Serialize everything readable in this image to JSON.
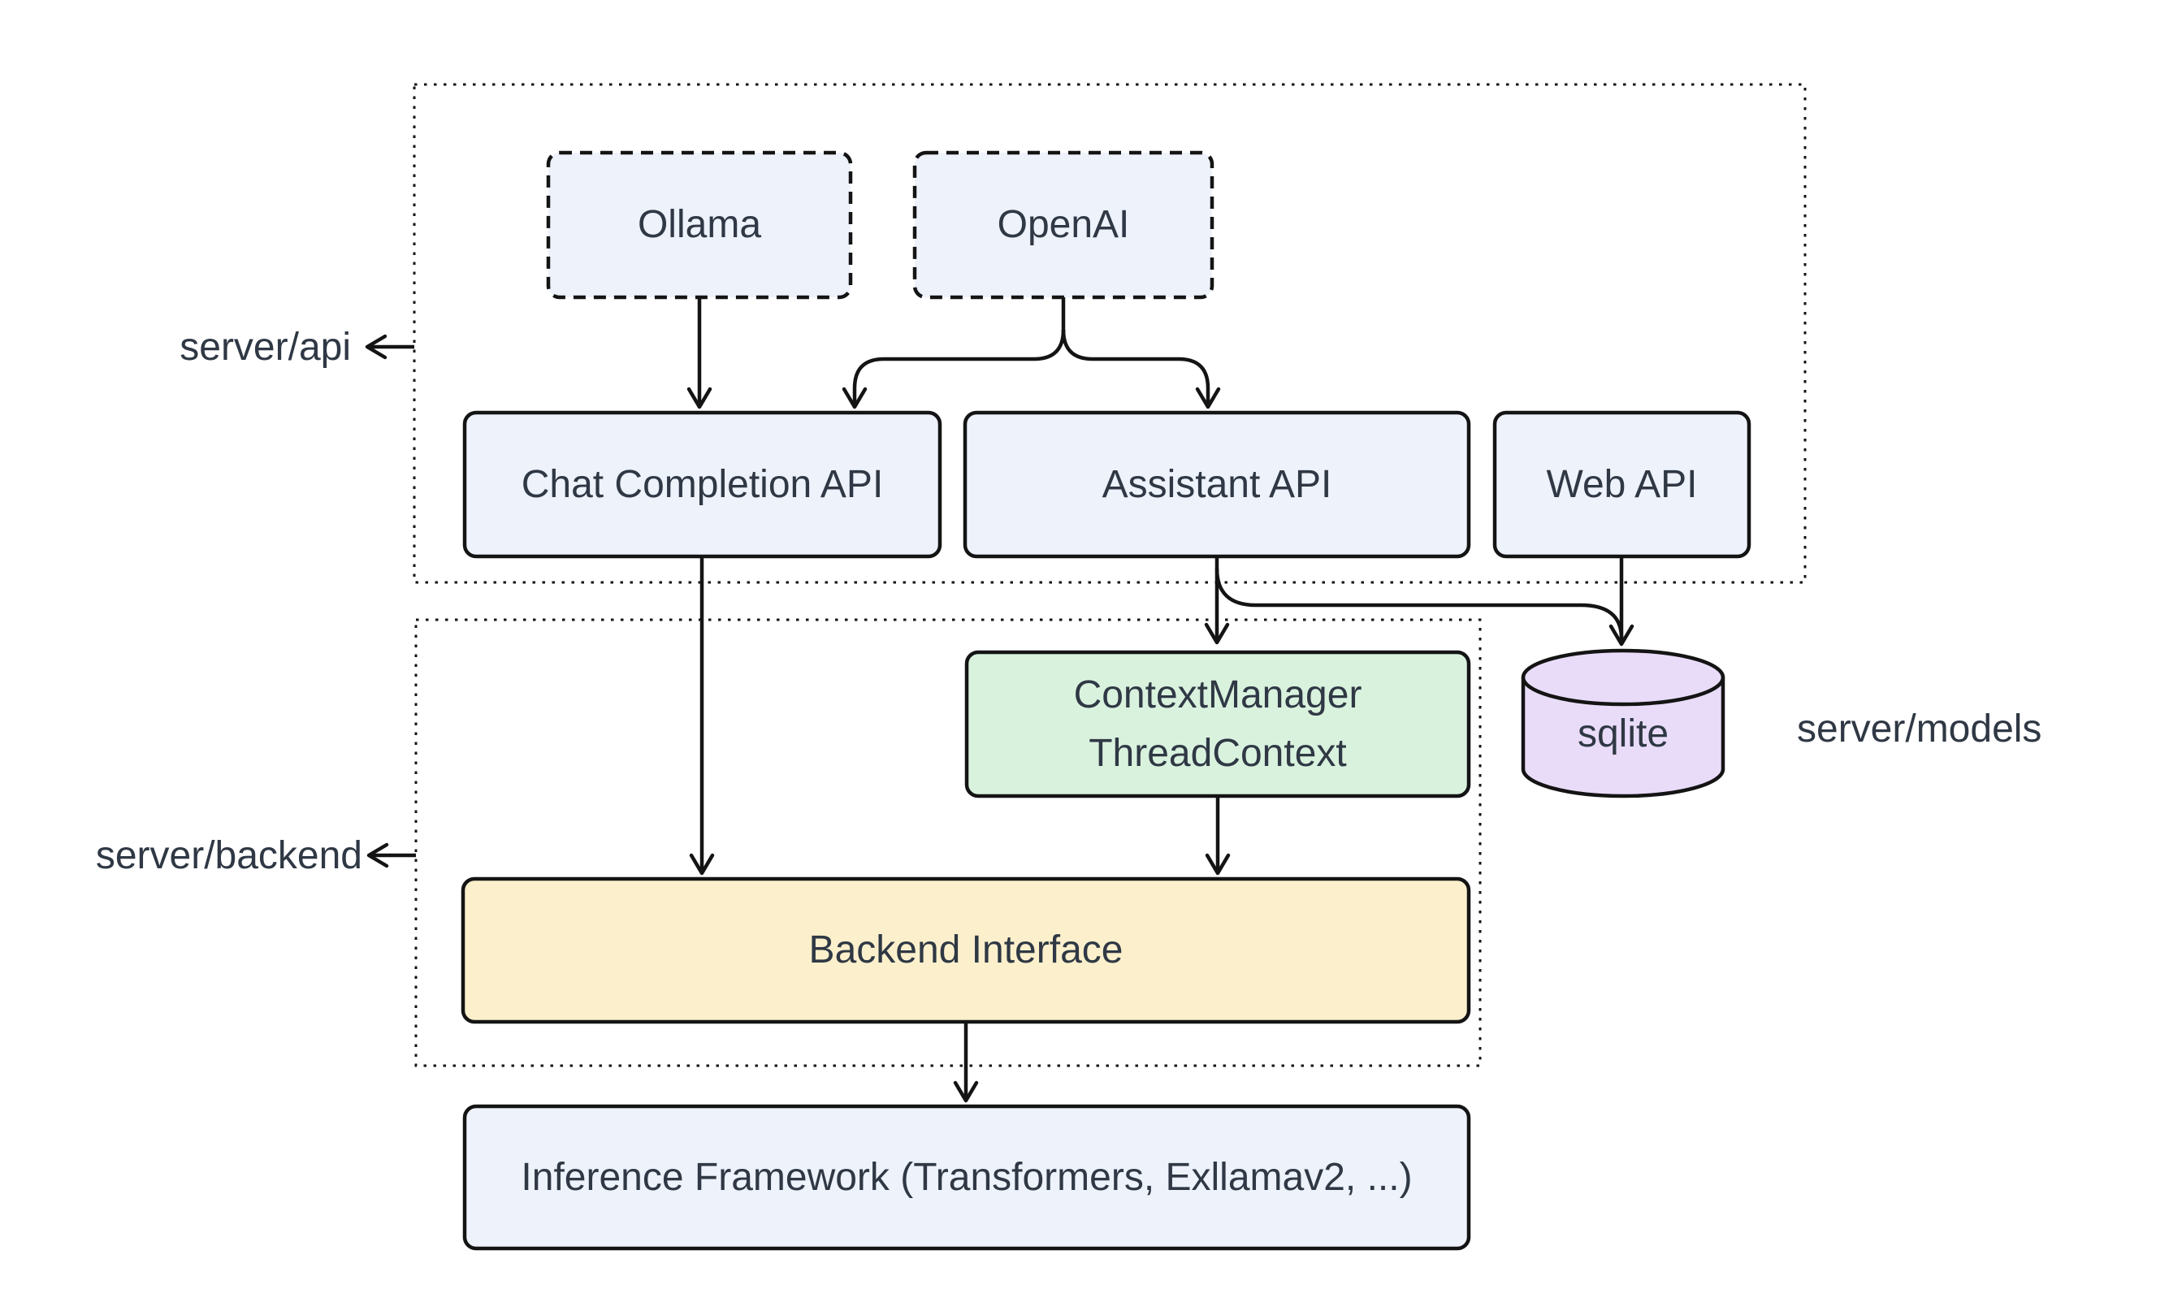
{
  "diagram": {
    "groups": {
      "api": {
        "label": "server/api"
      },
      "backend": {
        "label": "server/backend"
      },
      "models": {
        "label": "server/models"
      }
    },
    "nodes": {
      "ollama": {
        "label": "Ollama"
      },
      "openai": {
        "label": "OpenAI"
      },
      "chat_completion_api": {
        "label": "Chat Completion API"
      },
      "assistant_api": {
        "label": "Assistant API"
      },
      "web_api": {
        "label": "Web API"
      },
      "context_manager": {
        "line1": "ContextManager",
        "line2": "ThreadContext"
      },
      "sqlite": {
        "label": "sqlite"
      },
      "backend_interface": {
        "label": "Backend Interface"
      },
      "inference_framework": {
        "label": "Inference Framework (Transformers, Exllamav2, ...)"
      }
    },
    "edges": [
      {
        "from": "Ollama",
        "to": "Chat Completion API"
      },
      {
        "from": "OpenAI",
        "to": "Chat Completion API"
      },
      {
        "from": "OpenAI",
        "to": "Assistant API"
      },
      {
        "from": "Chat Completion API",
        "to": "Backend Interface"
      },
      {
        "from": "Assistant API",
        "to": "ContextManager ThreadContext"
      },
      {
        "from": "Assistant API",
        "to": "sqlite"
      },
      {
        "from": "Web API",
        "to": "sqlite"
      },
      {
        "from": "ContextManager ThreadContext",
        "to": "Backend Interface"
      },
      {
        "from": "Backend Interface",
        "to": "Inference Framework (Transformers, Exllamav2, ...)"
      }
    ],
    "colors": {
      "node_blue": "#edf2fb",
      "node_green": "#d9f2de",
      "node_yellow": "#fcf0cc",
      "node_purple": "#e9dcf9",
      "border": "#141414",
      "text": "#2f3844",
      "background": "#ffffff"
    }
  }
}
